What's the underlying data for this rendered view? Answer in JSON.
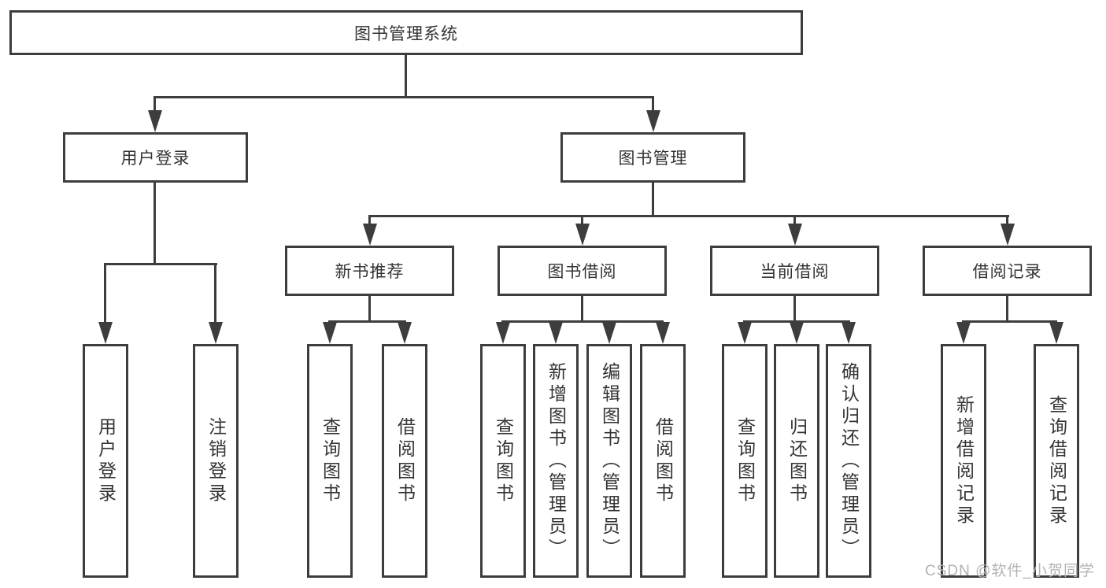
{
  "root": {
    "label": "图书管理系统"
  },
  "level2": [
    {
      "label": "用户登录"
    },
    {
      "label": "图书管理"
    }
  ],
  "level3": [
    {
      "label": "新书推荐"
    },
    {
      "label": "图书借阅"
    },
    {
      "label": "当前借阅"
    },
    {
      "label": "借阅记录"
    }
  ],
  "leaves": {
    "login": [
      {
        "label": "用户登录"
      },
      {
        "label": "注销登录"
      }
    ],
    "recommend": [
      {
        "label": "查询图书"
      },
      {
        "label": "借阅图书"
      }
    ],
    "borrow": [
      {
        "label": "查询图书"
      },
      {
        "label": "新增图书（管理员）"
      },
      {
        "label": "编辑图书（管理员）"
      },
      {
        "label": "借阅图书"
      }
    ],
    "current": [
      {
        "label": "查询图书"
      },
      {
        "label": "归还图书"
      },
      {
        "label": "确认归还（管理员）"
      }
    ],
    "records": [
      {
        "label": "新增借阅记录"
      },
      {
        "label": "查询借阅记录"
      }
    ]
  },
  "watermark": "CSDN @软件_小贺同学",
  "colors": {
    "line": "#3d3d3d",
    "text": "#333333",
    "watermark_text": "#b3b3b3",
    "background": "#ffffff"
  }
}
